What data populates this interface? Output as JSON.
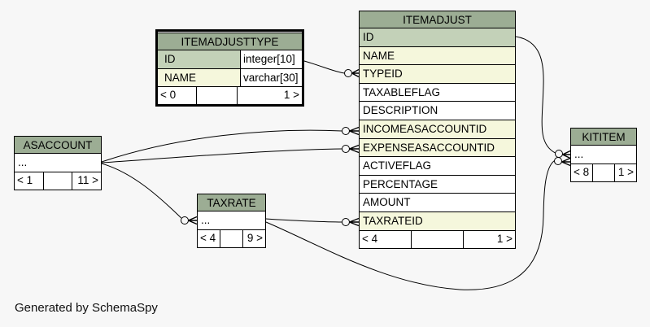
{
  "diagram": {
    "generator_note": "Generated by SchemaSpy",
    "background_color": "#f7f7f7",
    "colors": {
      "table_header_bg": "#9cad94",
      "primary_key_row_bg": "#c3d1b8",
      "indexed_column_row_bg": "#f5f7dc",
      "plain_row_bg": "#ffffff",
      "line_color": "#000000"
    }
  },
  "tables": {
    "itemadjusttype": {
      "name": "ITEMADJUSTTYPE",
      "focal": true,
      "columns": [
        {
          "name": "ID",
          "type": "integer[10]",
          "style": "pk"
        },
        {
          "name": "NAME",
          "type": "varchar[30]",
          "style": "idx"
        }
      ],
      "footer": {
        "left": "< 0",
        "mid": "",
        "right": "1 >"
      }
    },
    "itemadjust": {
      "name": "ITEMADJUST",
      "focal": false,
      "columns": [
        {
          "name": "ID",
          "style": "pk"
        },
        {
          "name": "NAME",
          "style": "idx"
        },
        {
          "name": "TYPEID",
          "style": "idx"
        },
        {
          "name": "TAXABLEFLAG",
          "style": "plain"
        },
        {
          "name": "DESCRIPTION",
          "style": "plain"
        },
        {
          "name": "INCOMEASACCOUNTID",
          "style": "idx"
        },
        {
          "name": "EXPENSEASACCOUNTID",
          "style": "idx"
        },
        {
          "name": "ACTIVEFLAG",
          "style": "plain"
        },
        {
          "name": "PERCENTAGE",
          "style": "plain"
        },
        {
          "name": "AMOUNT",
          "style": "plain"
        },
        {
          "name": "TAXRATEID",
          "style": "idx"
        }
      ],
      "footer": {
        "left": "< 4",
        "mid": "",
        "right": "1 >"
      }
    },
    "asaccount": {
      "name": "ASACCOUNT",
      "focal": false,
      "columns": [
        {
          "name": "...",
          "style": "plain"
        }
      ],
      "footer": {
        "left": "< 1",
        "mid": "",
        "right": "11 >"
      }
    },
    "taxrate": {
      "name": "TAXRATE",
      "focal": false,
      "columns": [
        {
          "name": "...",
          "style": "plain"
        }
      ],
      "footer": {
        "left": "< 4",
        "mid": "",
        "right": "9 >"
      }
    },
    "kititem": {
      "name": "KITITEM",
      "focal": false,
      "columns": [
        {
          "name": "...",
          "style": "plain"
        }
      ],
      "footer": {
        "left": "< 8",
        "mid": "",
        "right": "1 >"
      }
    }
  },
  "relationships": [
    {
      "from": "ITEMADJUSTTYPE.ID",
      "to": "ITEMADJUST.TYPEID",
      "marker": "nullable-crowfoot"
    },
    {
      "from": "ASACCOUNT",
      "to": "ITEMADJUST.INCOMEASACCOUNTID",
      "marker": "nullable-crowfoot"
    },
    {
      "from": "ASACCOUNT",
      "to": "ITEMADJUST.EXPENSEASACCOUNTID",
      "marker": "nullable-crowfoot"
    },
    {
      "from": "ASACCOUNT",
      "to": "TAXRATE",
      "marker": "nullable-crowfoot"
    },
    {
      "from": "TAXRATE",
      "to": "ITEMADJUST.TAXRATEID",
      "marker": "nullable-crowfoot"
    },
    {
      "from": "ITEMADJUST.ID",
      "to": "KITITEM",
      "marker": "nullable-crowfoot"
    },
    {
      "from": "TAXRATE",
      "to": "KITITEM",
      "marker": "nullable-crowfoot"
    }
  ]
}
